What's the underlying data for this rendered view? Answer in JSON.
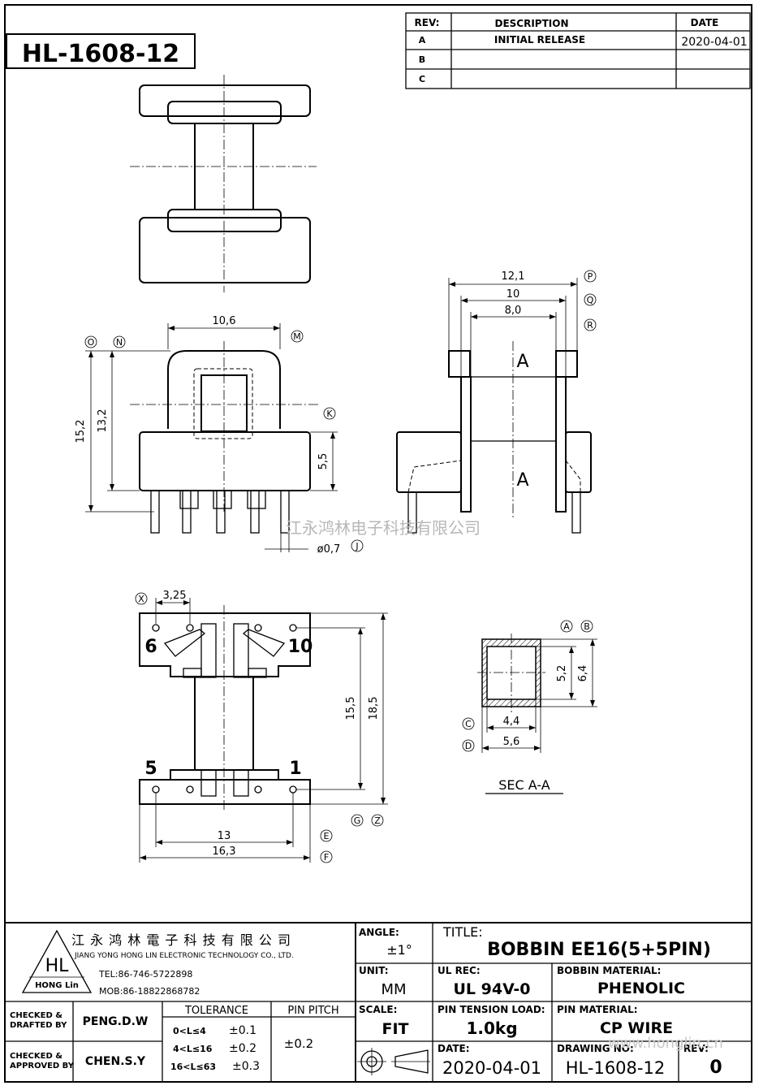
{
  "part_number": "HL-1608-12",
  "revision_table": {
    "headers": [
      "REV:",
      "DESCRIPTION",
      "DATE"
    ],
    "rows": [
      {
        "rev": "A",
        "description": "INITIAL RELEASE",
        "date": "2020-04-01"
      },
      {
        "rev": "B",
        "description": "",
        "date": ""
      },
      {
        "rev": "C",
        "description": "",
        "date": ""
      }
    ]
  },
  "top_view": {
    "dim_width": "10,6",
    "dim_height_total": "15,2",
    "dim_height_inner": "13,2",
    "dim_base": "5,5",
    "dim_pin": "ø0,7",
    "labels": {
      "O": "O",
      "N": "N",
      "M": "M",
      "K": "K",
      "J": "J"
    }
  },
  "side_view": {
    "dim_outer": "12,1",
    "dim_mid": "10",
    "dim_inner": "8,0",
    "section_mark_top": "A",
    "section_mark_bottom": "A",
    "labels": {
      "P": "P",
      "Q": "Q",
      "R": "R"
    }
  },
  "bottom_view": {
    "dim_pitch": "3,25",
    "dim_inner_rows": "15,5",
    "dim_outer_rows": "18,5",
    "dim_span_inner": "13",
    "dim_span_outer": "16,3",
    "pin_numbers": {
      "top_left": "6",
      "top_right": "10",
      "bottom_left": "5",
      "bottom_right": "1"
    },
    "labels": {
      "X": "X",
      "G": "G",
      "Z": "Z",
      "E": "E",
      "F": "F"
    }
  },
  "section_view": {
    "dim_h_inner": "5,2",
    "dim_h_outer": "6,4",
    "dim_w_inner": "4,4",
    "dim_w_outer": "5,6",
    "title": "SEC  A-A",
    "labels": {
      "A": "A",
      "B": "B",
      "C": "C",
      "D": "D"
    }
  },
  "watermark": "江永鸿林电子科技有限公司",
  "watermark_url": "www.honglin.cn",
  "title_block": {
    "company_cn": "江 永 鸿 林 電 子 科 技 有 限 公 司",
    "company_en": "JIANG YONG HONG LIN ELECTRONIC TECHNOLOGY CO., LTD.",
    "logo_text": "HL",
    "logo_sub": "HONG Lin",
    "tel": "TEL:86-746-5722898",
    "mob": "MOB:86-18822868782",
    "angle_label": "ANGLE:",
    "angle_value": "±1°",
    "title_label": "TITLE:",
    "title_value": "BOBBIN   EE16(5+5PIN)",
    "unit_label": "UNIT:",
    "unit_value": "MM",
    "ul_label": "UL REC:",
    "ul_value": "UL 94V-0",
    "bobbin_material_label": "BOBBIN MATERIAL:",
    "bobbin_material_value": "PHENOLIC",
    "checked_drafted_label_1": "CHECKED &",
    "checked_drafted_label_2": "DRAFTED BY",
    "checked_drafted_value": "PENG.D.W",
    "checked_approved_label_1": "CHECKED &",
    "checked_approved_label_2": "APPROVED BY",
    "checked_approved_value": "CHEN.S.Y",
    "tolerance_label": "TOLERANCE",
    "tolerance_rows": [
      {
        "range": "0<L≤4",
        "value": "±0.1"
      },
      {
        "range": "4<L≤16",
        "value": "±0.2"
      },
      {
        "range": "16<L≤63",
        "value": "±0.3"
      }
    ],
    "pin_pitch_label": "PIN PITCH",
    "pin_pitch_value": "±0.2",
    "scale_label": "SCALE:",
    "scale_value": "FIT",
    "pin_tension_label": "PIN TENSION LOAD:",
    "pin_tension_value": "1.0kg",
    "pin_material_label": "PIN MATERIAL:",
    "pin_material_value": "CP WIRE",
    "date_label": "DATE:",
    "date_value": "2020-04-01",
    "drawing_no_label": "DRAWING NO:",
    "drawing_no_value": "HL-1608-12",
    "rev_label": "REV:",
    "rev_value": "0"
  }
}
